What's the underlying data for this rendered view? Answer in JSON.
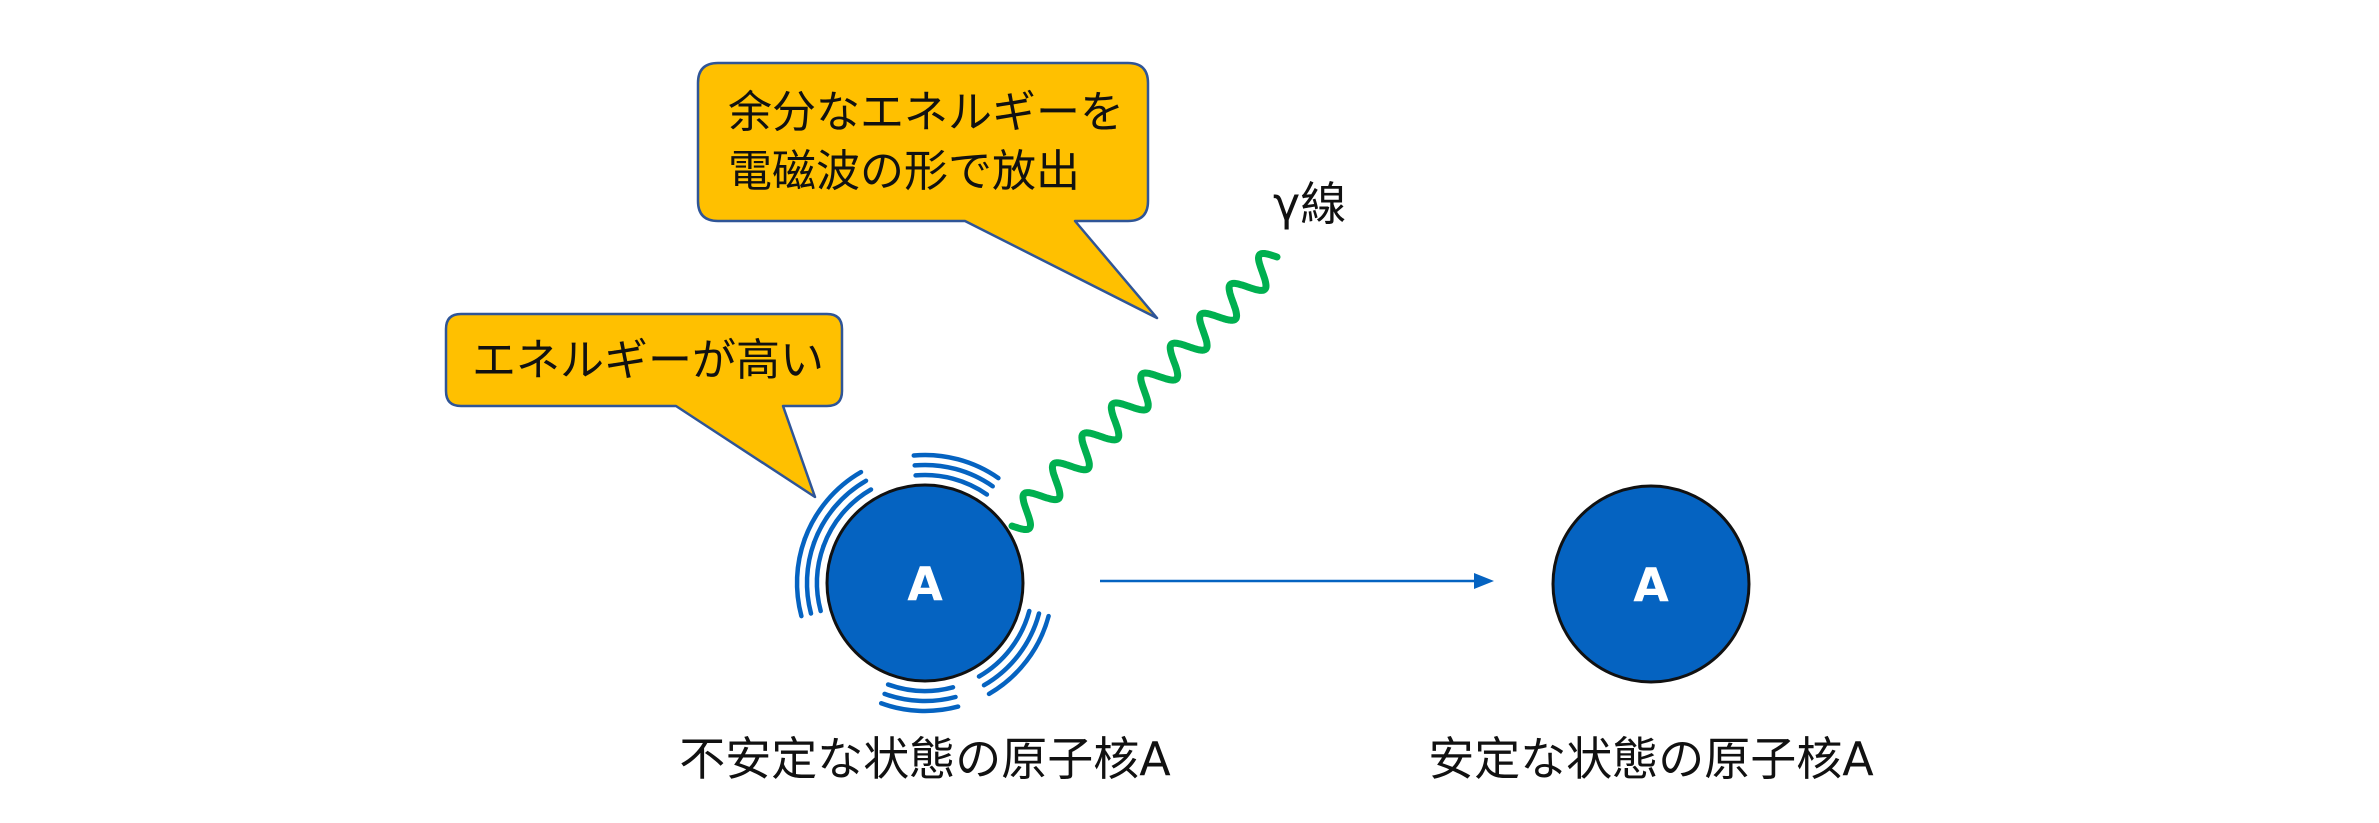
{
  "callouts": {
    "emission": {
      "line1": "余分なエネルギーを",
      "line2": "電磁波の形で放出"
    },
    "high_energy": {
      "text": "エネルギーが高い"
    }
  },
  "gamma_label": "γ線",
  "nucleus_letter": "A",
  "captions": {
    "unstable": "不安定な状態の原子核A",
    "stable": "安定な状態の原子核A"
  },
  "colors": {
    "callout_fill": "#FFC000",
    "callout_border": "#2F5597",
    "nucleus_fill": "#0563C1",
    "nucleus_outline": "#111111",
    "vibration_arcs": "#0563C1",
    "gamma_wave": "#00B050",
    "arrow": "#0563C1",
    "text": "#111111"
  }
}
